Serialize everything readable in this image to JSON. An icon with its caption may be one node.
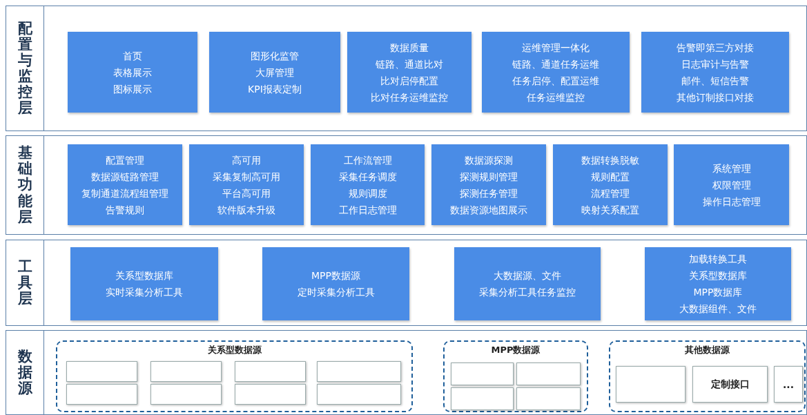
{
  "diagram": {
    "nodes": [
      {
        "text": [
          "配置与监控层"
        ]
      },
      {
        "text": [
          "首页",
          "表格展示",
          "图标展示"
        ],
        "in": 0
      },
      {
        "text": [
          "图形化监管",
          "大屏管理",
          "KPI报表定制"
        ],
        "in": 0
      },
      {
        "text": [
          "数据质量",
          "链路、通道比对",
          "比对启停配置",
          "比对任务运维监控"
        ],
        "in": 0
      },
      {
        "text": [
          "运维管理一体化",
          "链路、通道任务运维",
          "任务启停、配置运维",
          "任务运维监控"
        ],
        "in": 0
      },
      {
        "text": [
          "告警即第三方对接",
          "日志审计与告警",
          "邮件、短信告警",
          "其他订制接口对接"
        ],
        "in": 0
      },
      {
        "text": [
          "基础功能层"
        ]
      },
      {
        "text": [
          "配置管理",
          "数据源链路管理",
          "复制通道流程组管理",
          "告警规则"
        ],
        "in": 6
      },
      {
        "text": [
          "高可用",
          "采集复制高可用",
          "平台高可用",
          "软件版本升级"
        ],
        "in": 6
      },
      {
        "text": [
          "工作流管理",
          "采集任务调度",
          "规则调度",
          "工作日志管理"
        ],
        "in": 6
      },
      {
        "text": [
          "数据源探测",
          "探测规则管理",
          "探测任务管理",
          "数据资源地图展示"
        ],
        "in": 6
      },
      {
        "text": [
          "数据转换脱敏",
          "规则配置",
          "流程管理",
          "映射关系配置"
        ],
        "in": 6
      },
      {
        "text": [
          "系统管理",
          "权限管理",
          "操作日志管理"
        ],
        "in": 6
      },
      {
        "text": [
          "工具层"
        ]
      },
      {
        "text": [
          "关系型数据库",
          "实时采集分析工具"
        ],
        "in": 13
      },
      {
        "text": [
          "MPP数据源",
          "定时采集分析工具"
        ],
        "in": 13
      },
      {
        "text": [
          "大数据源、文件",
          "采集分析工具任务监控"
        ],
        "in": 13
      },
      {
        "text": [
          "加载转换工具",
          "关系型数据库",
          "MPP数据库",
          "大数据组件、文件"
        ],
        "in": 13
      },
      {
        "text": [
          "数据源"
        ]
      },
      {
        "text": [
          "关系型数据源"
        ],
        "in": 18
      },
      {
        "text": [],
        "shape": "box",
        "in": 19
      },
      {
        "text": [],
        "shape": "box",
        "in": 19
      },
      {
        "text": [],
        "shape": "box",
        "in": 19
      },
      {
        "text": [],
        "shape": "box",
        "in": 19
      },
      {
        "text": [],
        "shape": "box",
        "in": 19
      },
      {
        "text": [],
        "shape": "box",
        "in": 19
      },
      {
        "text": [],
        "shape": "box",
        "in": 19
      },
      {
        "text": [],
        "shape": "box",
        "in": 19
      },
      {
        "text": [
          "MPP数据源"
        ],
        "in": 18
      },
      {
        "text": [],
        "shape": "box",
        "in": 28
      },
      {
        "text": [],
        "shape": "box",
        "in": 28
      },
      {
        "text": [],
        "shape": "box",
        "in": 28
      },
      {
        "text": [],
        "shape": "box",
        "in": 28
      },
      {
        "text": [
          "其他数据源"
        ],
        "in": 18
      },
      {
        "text": [],
        "shape": "box",
        "in": 33
      },
      {
        "text": [
          "定制接口"
        ],
        "in": 33
      },
      {
        "text": [
          "..."
        ],
        "in": 33
      }
    ]
  }
}
